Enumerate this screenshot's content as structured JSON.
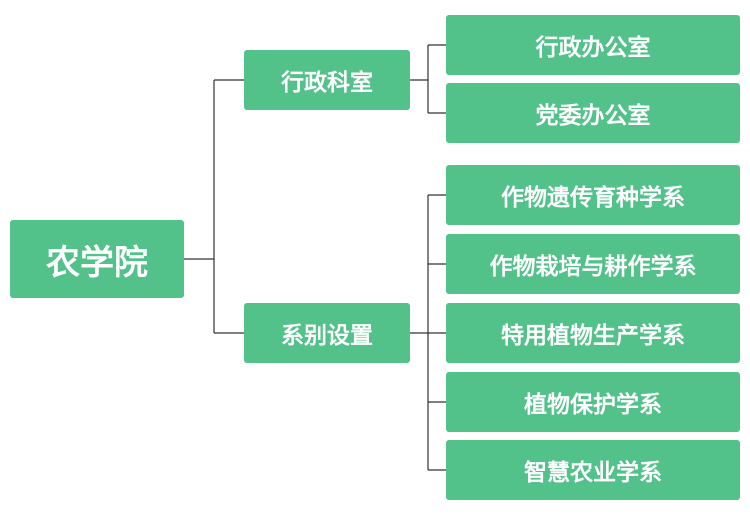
{
  "root": {
    "label": "农学院"
  },
  "branches": [
    {
      "label": "行政科室",
      "children": [
        "行政办公室",
        "党委办公室"
      ]
    },
    {
      "label": "系别设置",
      "children": [
        "作物遗传育种学系",
        "作物栽培与耕作学系",
        "特用植物生产学系",
        "植物保护学系",
        "智慧农业学系"
      ]
    }
  ],
  "colors": {
    "node_fill": "#52c18a",
    "node_text": "#ffffff",
    "connector": "#333333"
  }
}
